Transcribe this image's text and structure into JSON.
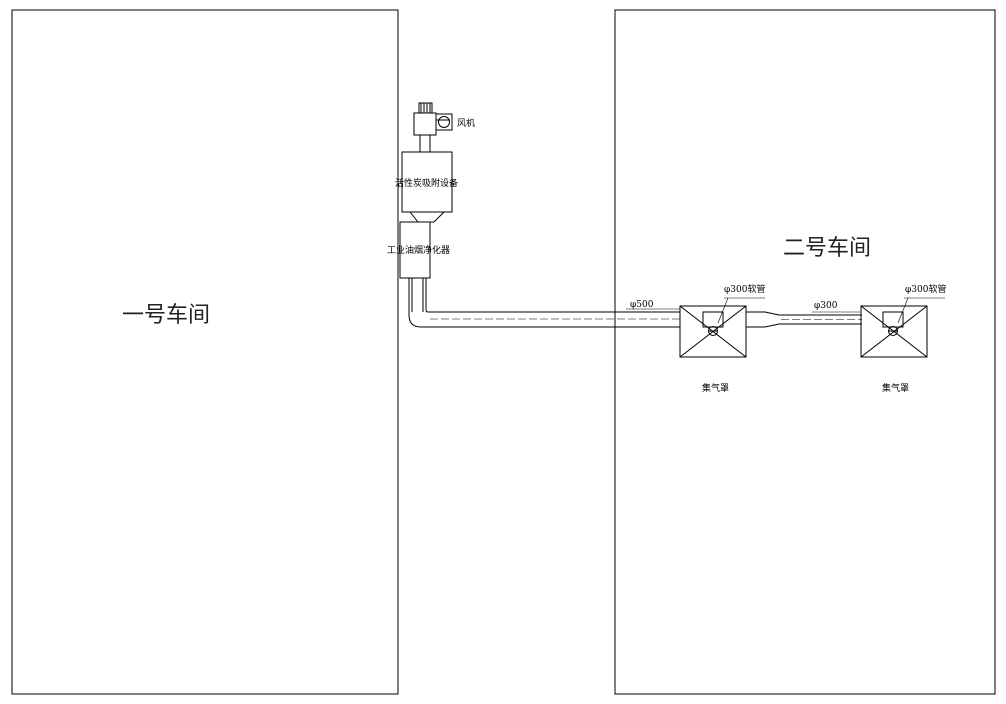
{
  "workshops": {
    "one": "一号车间",
    "two": "二号车间"
  },
  "equipment": {
    "fan": "风机",
    "carbon_adsorber": "活性炭吸附设备",
    "oil_fume_purifier": "工业油烟净化器"
  },
  "duct": {
    "main_diameter": "φ500",
    "branch_diameter": "φ300"
  },
  "hoods": [
    {
      "name": "集气罩",
      "hose": "φ300软管"
    },
    {
      "name": "集气罩",
      "hose": "φ300软管"
    }
  ]
}
